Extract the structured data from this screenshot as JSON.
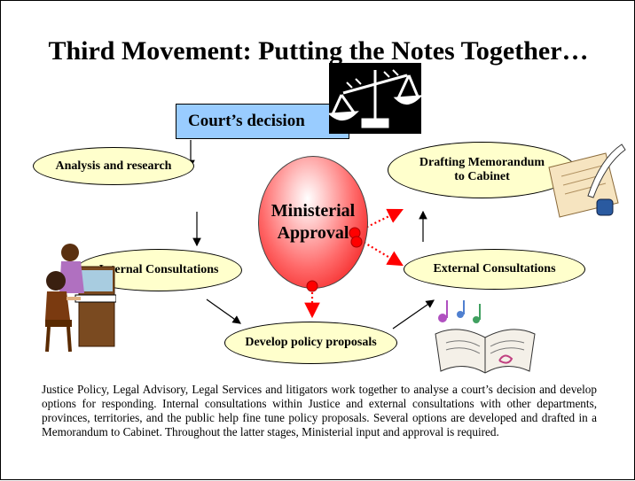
{
  "title": "Third Movement: Putting the Notes Together…",
  "diagram": {
    "court": "Court’s decision",
    "analysis": "Analysis and research",
    "internal": "Internal Consultations",
    "develop": "Develop policy proposals",
    "external": "External Consultations",
    "drafting_line1": "Drafting Memorandum",
    "drafting_line2": "to Cabinet",
    "minister_line1": "Ministerial",
    "minister_line2": "Approval"
  },
  "description": "Justice Policy, Legal Advisory, Legal Services and litigators work together to analyse a court’s decision and develop options for responding. Internal consultations within Justice and external consultations with other departments, provinces, territories, and the public help fine tune policy proposals.  Several options are developed and drafted in a Memorandum to Cabinet. Throughout the latter stages, Ministerial input and approval is required.",
  "colors": {
    "court_box": "#99ccff",
    "oval": "#ffffcc",
    "minister": "#ee0000",
    "dotted_arrow": "#ff0000"
  },
  "icons": [
    "scales-of-justice-icon",
    "piano-players-clipart",
    "open-book-music-clipart",
    "quill-paper-clipart"
  ]
}
